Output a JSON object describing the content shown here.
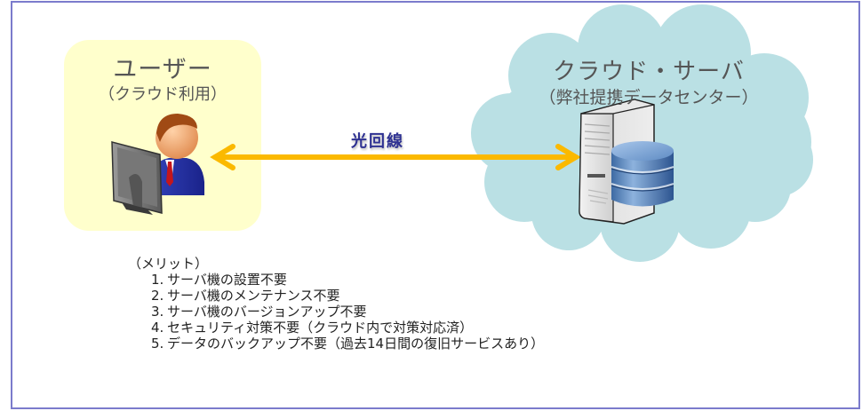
{
  "user": {
    "title": "ユーザー",
    "subtitle": "（クラウド利用）",
    "box_color": "#ffffcc"
  },
  "server": {
    "title": "クラウド・サーバ",
    "subtitle": "（弊社提携データセンター）",
    "cloud_color": "#bae0e4"
  },
  "connection": {
    "label": "光回線",
    "arrow_color": "#fbb900",
    "label_color": "#2e3192"
  },
  "merits": {
    "heading": "（メリット）",
    "items": [
      {
        "num": "1.",
        "text": "サーバ機の設置不要"
      },
      {
        "num": "2.",
        "text": "サーバ機のメンテナンス不要"
      },
      {
        "num": "3.",
        "text": "サーバ機のバージョンアップ不要"
      },
      {
        "num": "4.",
        "text": "セキュリティ対策不要（クラウド内で対策対応済）"
      },
      {
        "num": "5.",
        "text": "データのバックアップ不要（過去14日間の復旧サービスあり）"
      }
    ]
  },
  "frame_color": "#7b7bcc"
}
